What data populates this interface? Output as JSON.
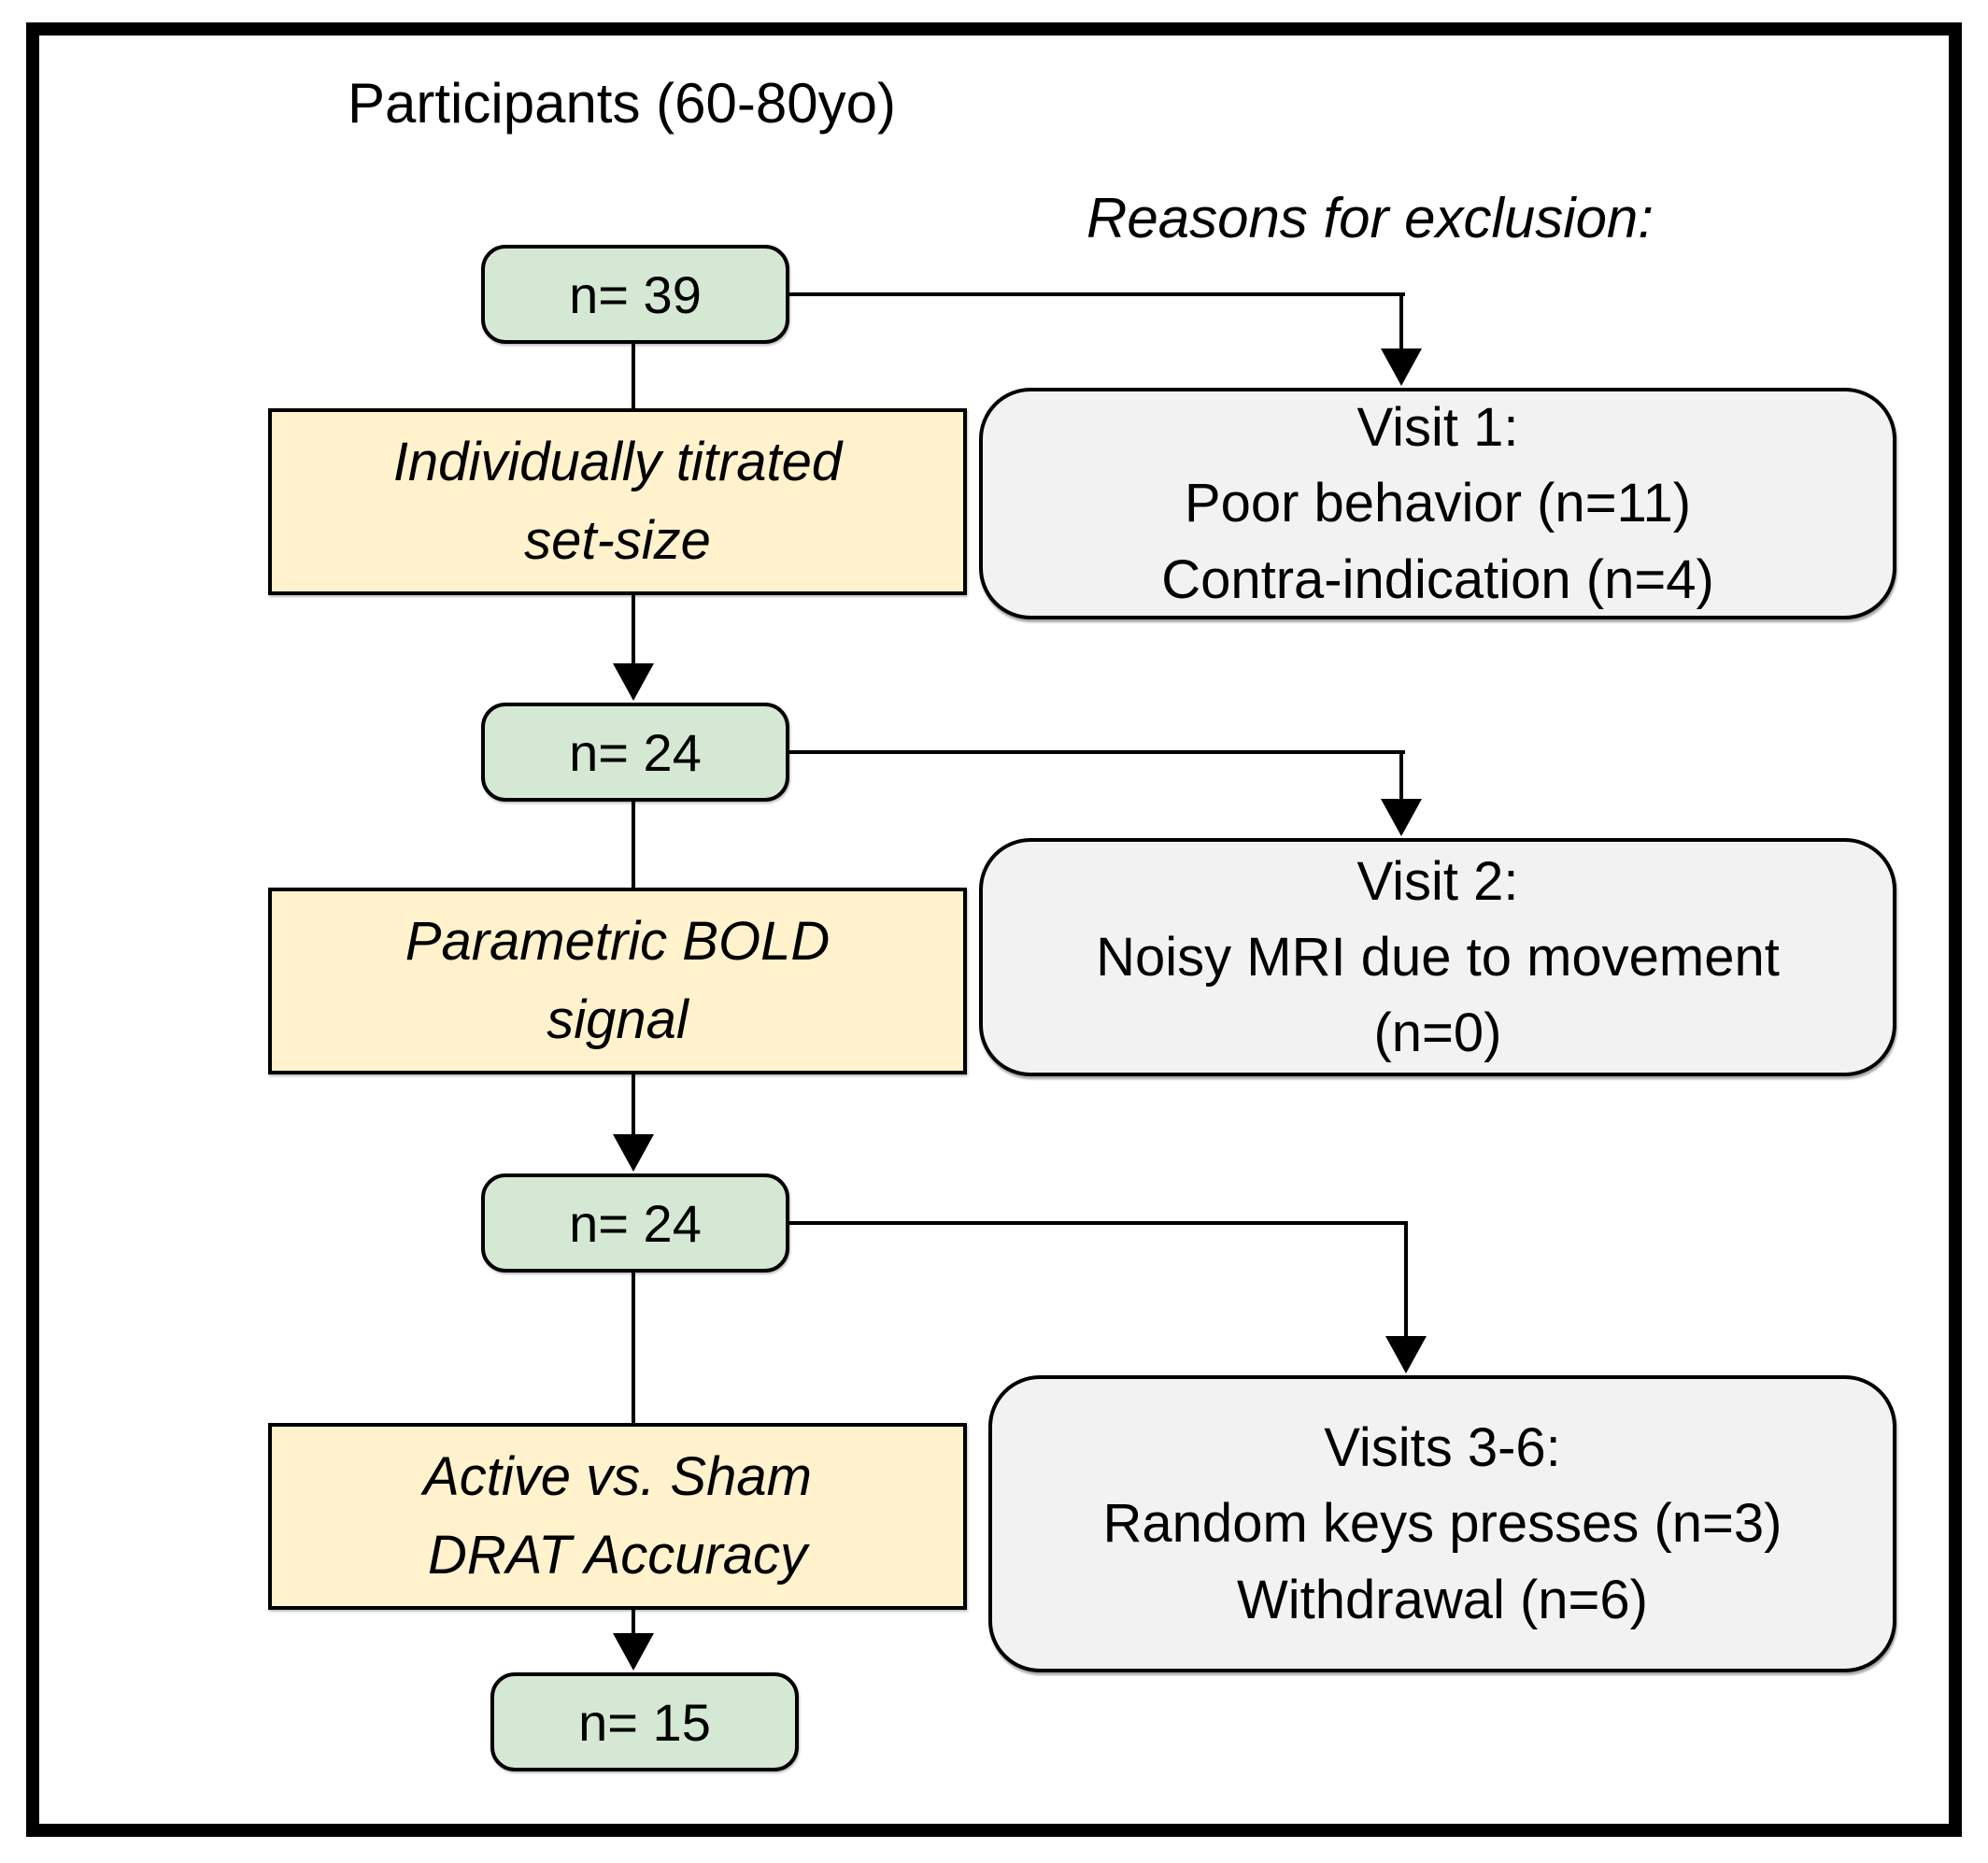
{
  "title": "Participants (60-80yo)",
  "exclusion_header": "Reasons for exclusion:",
  "counts": [
    "n= 39",
    "n= 24",
    "n= 24",
    "n= 15"
  ],
  "steps": [
    "Individually titrated\nset-size",
    "Parametric BOLD\nsignal",
    "Active vs. Sham\nDRAT Accuracy"
  ],
  "exclusions": [
    "Visit 1:\nPoor behavior (n=11)\nContra-indication (n=4)",
    "Visit 2:\nNoisy MRI due to movement\n(n=0)",
    "Visits 3-6:\nRandom keys presses (n=3)\nWithdrawal (n=6)"
  ],
  "colors": {
    "count_fill": "#d5e8d4",
    "step_fill": "#fff2cc",
    "exclusion_fill": "#f2f2f2",
    "stroke": "#000000",
    "background": "#ffffff"
  }
}
